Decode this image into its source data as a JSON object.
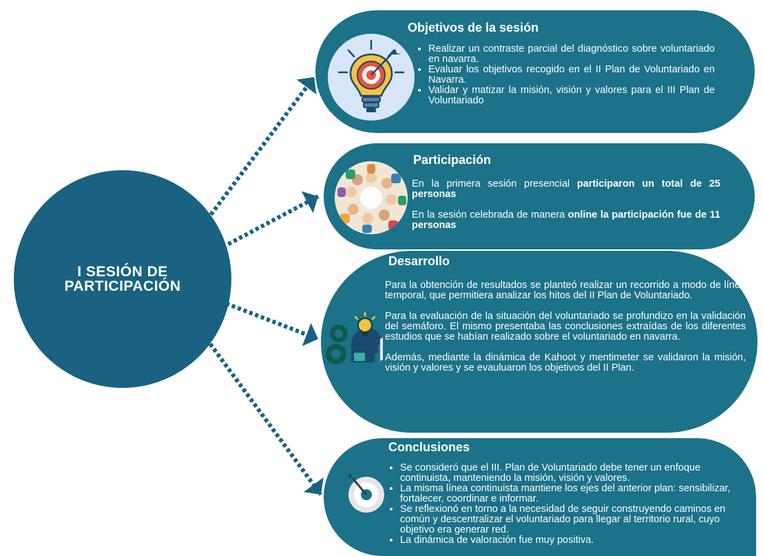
{
  "hub": {
    "line1": "I SESIÓN DE",
    "line2": "PARTICIPACIÓN"
  },
  "colors": {
    "hub": "#1a6282",
    "panel": "#1b7289",
    "connector": "#1a6282",
    "icon_bg": "#d7e6f7"
  },
  "panels": {
    "objetivos": {
      "title": "Objetivos de la sesión",
      "icon": "lightbulb-target-icon",
      "bullets": [
        "Realizar un contraste parcial del diagnóstico sobre voluntariado en navarra.",
        "Evaluar los objetivos recogido en el II Plan de Voluntariado en Navarra.",
        "Validar y matizar la misión, visión y valores para el III Plan de Voluntariado"
      ]
    },
    "participacion": {
      "title": "Participación",
      "icon": "people-circle-icon",
      "p1_text": "En la primera sesión presencial ",
      "p1_bold": "participaron un total de 25 personas",
      "p2_text": "En la sesión celebrada de manera ",
      "p2_bold": "online la participación fue de 11 personas"
    },
    "desarrollo": {
      "title": "Desarrollo",
      "icon": "gears-head-icon",
      "paragraphs": [
        "Para la obtención de resultados se planteó realizar un recorrido a modo de línea temporal, que permitiera analizar los hitos del II Plan de Voluntariado.",
        "Para la evaluación de la situación del voluntariado se profundizo en la validación del semáforo. El mismo presentaba las conclusiones extraídas de los diferentes estudios que se habían realizado sobre el voluntariado en navarra.",
        "Además, mediante la dinámica de Kahoot y mentimeter se validaron la misión, visión y valores y se evauluaron los objetivos del II Plan."
      ]
    },
    "conclusiones": {
      "title": "Conclusiones",
      "icon": "target-dart-icon",
      "bullets": [
        "Se consideró que el III. Plan de Voluntariado debe tener un enfoque continuista, manteniendo la misión, visión y valores.",
        "La misma línea continuista mantiene los ejes del anterior plan: sensibilizar, fortalecer, coordinar e informar.",
        "Se reflexionó en torno a la necesidad de seguir construyendo caminos en común y descentralizar el voluntariado para llegar al territorio rural, cuyo objetivo era generar red.",
        "La dinámica de valoración fue muy positiva."
      ]
    }
  }
}
